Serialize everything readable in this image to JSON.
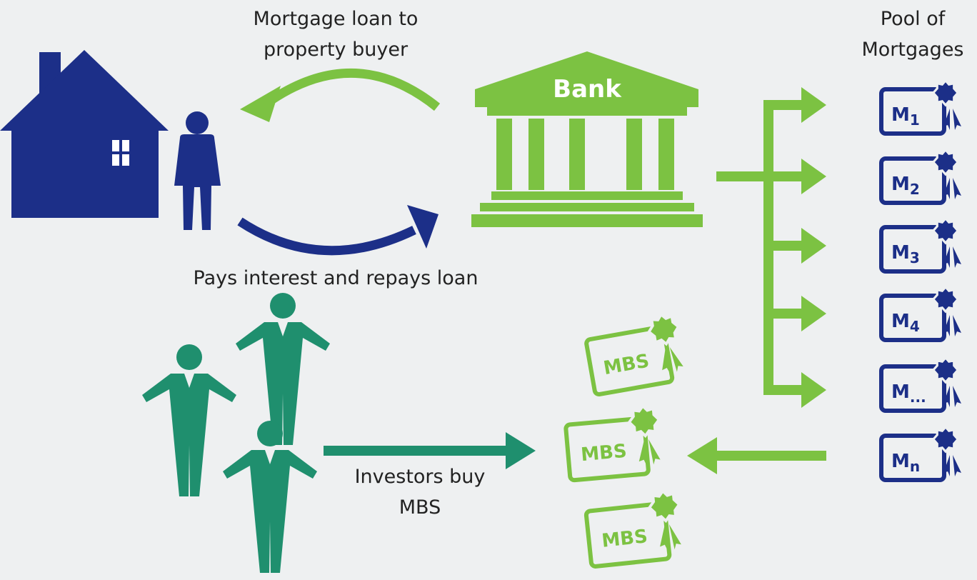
{
  "labels": {
    "mortgage_loan_line1": "Mortgage loan to",
    "mortgage_loan_line2": "property buyer",
    "pays_interest": "Pays interest and repays loan",
    "pool_line1": "Pool of",
    "pool_line2": "Mortgages",
    "investors_line1": "Investors buy",
    "investors_line2": "MBS"
  },
  "bank": {
    "label": "Bank"
  },
  "mortgages": [
    {
      "letter": "M",
      "sub": "1"
    },
    {
      "letter": "M",
      "sub": "2"
    },
    {
      "letter": "M",
      "sub": "3"
    },
    {
      "letter": "M",
      "sub": "4"
    },
    {
      "letter": "M",
      "sub": "..."
    },
    {
      "letter": "M",
      "sub": "n"
    }
  ],
  "mbs": [
    {
      "label": "MBS"
    },
    {
      "label": "MBS"
    },
    {
      "label": "MBS"
    }
  ],
  "colors": {
    "background": "#eef0f1",
    "navy": "#1c2f88",
    "green": "#7cc242",
    "teal": "#1f8f6e",
    "text": "#222222"
  }
}
